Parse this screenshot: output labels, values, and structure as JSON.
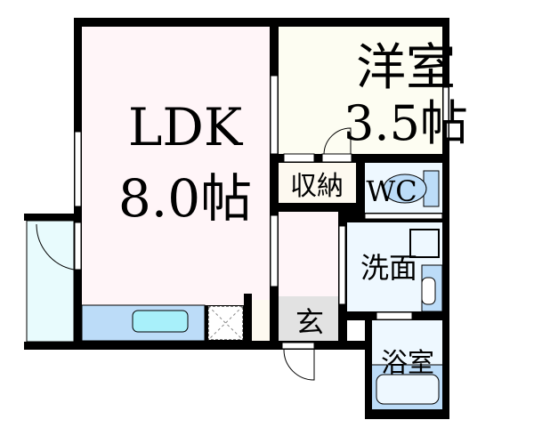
{
  "rooms": {
    "ldk": {
      "name": "LDK",
      "size": "8.0帖"
    },
    "western": {
      "name": "洋室",
      "size": "3.5帖"
    },
    "storage": {
      "name": "収納"
    },
    "wc": {
      "name": "WC"
    },
    "washroom": {
      "name": "洗面"
    },
    "entrance": {
      "name": "玄"
    },
    "bath": {
      "name": "浴室"
    }
  },
  "colors": {
    "wall": "#000000",
    "ldk_floor": "#fff5f8",
    "western_floor": "#fdfdf2",
    "wet_area": "#eef8ff",
    "fixture_blue": "#bcdcf8",
    "entrance_floor": "#e2e2e2",
    "balcony": "#e8fbfd"
  }
}
